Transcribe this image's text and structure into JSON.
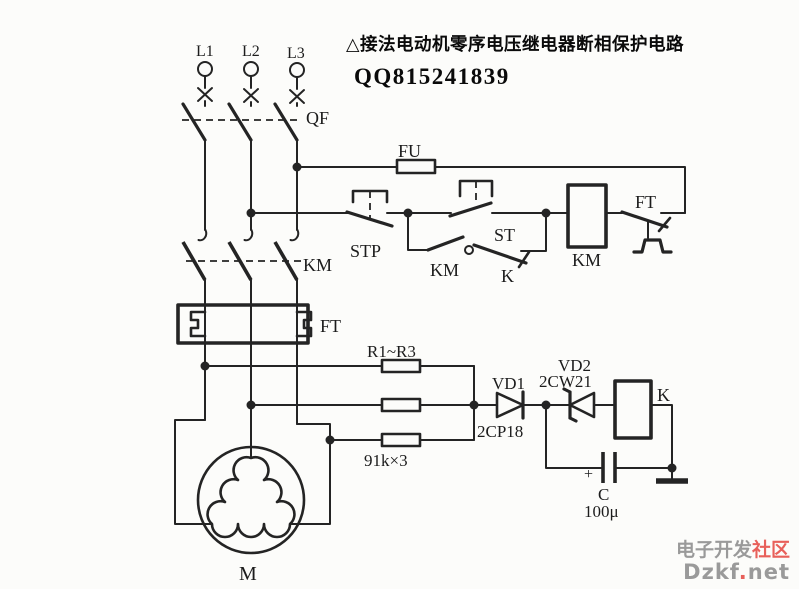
{
  "header": {
    "title": "△接法电动机零序电压继电器断相保护电路",
    "qq": "QQ815241839"
  },
  "schematic": {
    "phases": [
      "L1",
      "L2",
      "L3"
    ],
    "breaker": "QF",
    "fuse": "FU",
    "stop_button": "STP",
    "start_button": "ST",
    "km_aux_contact": "KM",
    "k_contact": "K",
    "km_coil": "KM",
    "ft_contact": "FT",
    "km_main_contacts": "KM",
    "ft_overload": "FT",
    "resistor_group": "R1~R3",
    "resistor_value": "91k×3",
    "vd1_name": "VD1",
    "vd1_model": "2CP18",
    "vd2_name": "VD2",
    "vd2_model": "2CW21",
    "relay_k": "K",
    "cap_plus": "+",
    "cap_name": "C",
    "cap_value": "100μ",
    "motor": "M"
  },
  "watermark": {
    "cn_gray": "电子开发",
    "cn_red": "社区",
    "site_gray": "Dzkf",
    "site_dot": ".",
    "site_tld": "net"
  },
  "colors": {
    "ink": "#242424",
    "background": "#fcfcfa",
    "watermark_gray": "#9a9a9a",
    "watermark_red": "#e8605a"
  }
}
